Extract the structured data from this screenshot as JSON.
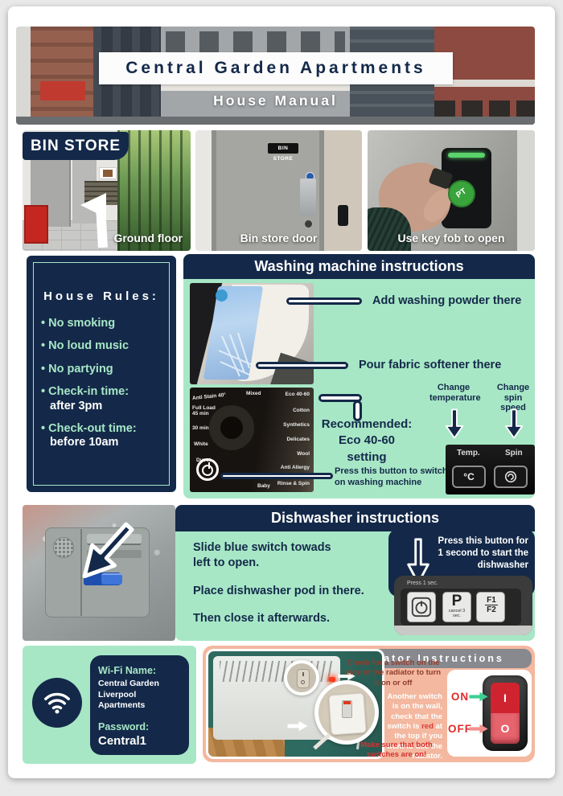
{
  "colors": {
    "navy": "#142949",
    "mint": "#a7e7c6",
    "salmon": "#f3b89f",
    "header_gray": "#87898e",
    "alert_red": "#d92f2f",
    "maroon": "#8f3c2c",
    "on_arrow_green": "#3ecf94",
    "off_arrow_salmon": "#f29090",
    "fob_green": "#3aa43c",
    "dispenser_switch_blue": "#2f6fd6"
  },
  "header": {
    "title": "Central Garden Apartments",
    "subtitle": "House Manual"
  },
  "bin_store": {
    "label": "BIN STORE",
    "photos": [
      {
        "caption": "Ground floor"
      },
      {
        "caption": "Bin store door",
        "door_sign": "BIN STORE"
      },
      {
        "caption": "Use key fob to open",
        "fob_label": "PT"
      }
    ]
  },
  "house_rules": {
    "title": "House Rules:",
    "rules": [
      {
        "text": "No smoking",
        "detail": ""
      },
      {
        "text": "No loud music",
        "detail": ""
      },
      {
        "text": "No partying",
        "detail": ""
      },
      {
        "text": "Check-in time:",
        "detail": "after 3pm"
      },
      {
        "text": "Check-out time:",
        "detail": "before 10am"
      }
    ]
  },
  "washing": {
    "title": "Washing machine instructions",
    "powder_callout": "Add washing powder there",
    "softener_callout": "Pour fabric softener there",
    "recommended": [
      "Recommended:",
      "Eco 40-60",
      "setting"
    ],
    "power_note": "Press this button to switch on washing machine",
    "change_temp": "Change temperature",
    "change_spin": "Change spin speed",
    "control_panel": {
      "temp_label": "Temp.",
      "temp_button": "°C",
      "spin_label": "Spin"
    },
    "dial": {
      "left": [
        "Anti Stain 40°",
        "Full Load",
        "45 min",
        "30 min",
        "White",
        "Duvet"
      ],
      "top": "Mixed",
      "bottom": "Baby",
      "right": [
        "Eco 40-60",
        "Cotton",
        "Synthetics",
        "Delicates",
        "Wool",
        "Anti Allergy",
        "Rinse & Spin"
      ]
    }
  },
  "dishwasher": {
    "title": "Dishwasher instructions",
    "steps": [
      "Slide blue switch towads left to open.",
      "Place dishwasher pod in there.",
      "Then close it afterwards."
    ],
    "start_note": "Press this button for 1 second to start the dishwasher",
    "panel": {
      "hint": "Press 1 sec.",
      "program": "P",
      "program_sub": "cancel 3 sec.",
      "f1": "F1",
      "f2": "F2"
    }
  },
  "wifi": {
    "name_label": "Wi-Fi Name:",
    "name_lines": [
      "Central Garden",
      "Liverpool Apartments"
    ],
    "password_label": "Password:",
    "password": "Central1"
  },
  "radiator": {
    "title": "Radiator Instructions",
    "side_note": "Check for a switch on the side of the radiator to turn it on or off",
    "wall_note_pre": "Another switch is on the wall, check that the switch is ",
    "wall_note_red": "red",
    "wall_note_post": " at the top if you want to use the radiator.",
    "both_note": "Make sure that both switches are on!",
    "on_label": "ON",
    "off_label": "OFF",
    "switch_on": "I",
    "switch_off": "O"
  }
}
